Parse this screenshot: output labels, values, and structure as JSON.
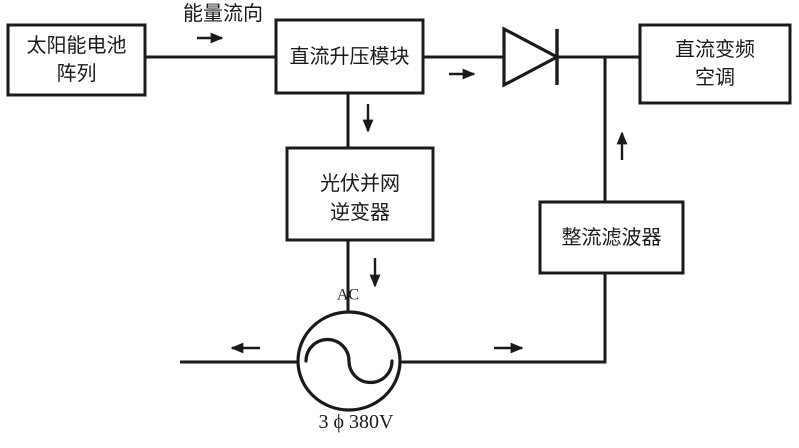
{
  "diagram": {
    "flow_label": "能量流向",
    "boxes": {
      "solar_array": {
        "line1": "太阳能电池",
        "line2": "阵列"
      },
      "dc_boost": {
        "label": "直流升压模块"
      },
      "pv_inverter": {
        "line1": "光伏并网",
        "line2": "逆变器"
      },
      "rectifier_filter": {
        "label": "整流滤波器"
      },
      "dc_aircon": {
        "line1": "直流变频",
        "line2": "空调"
      }
    },
    "grid_source": {
      "ac_label": "AC",
      "voltage_label": "3 ϕ 380V"
    },
    "colors": {
      "line": "#1a1a1a",
      "background": "#ffffff",
      "text": "#1a1a1a"
    }
  }
}
